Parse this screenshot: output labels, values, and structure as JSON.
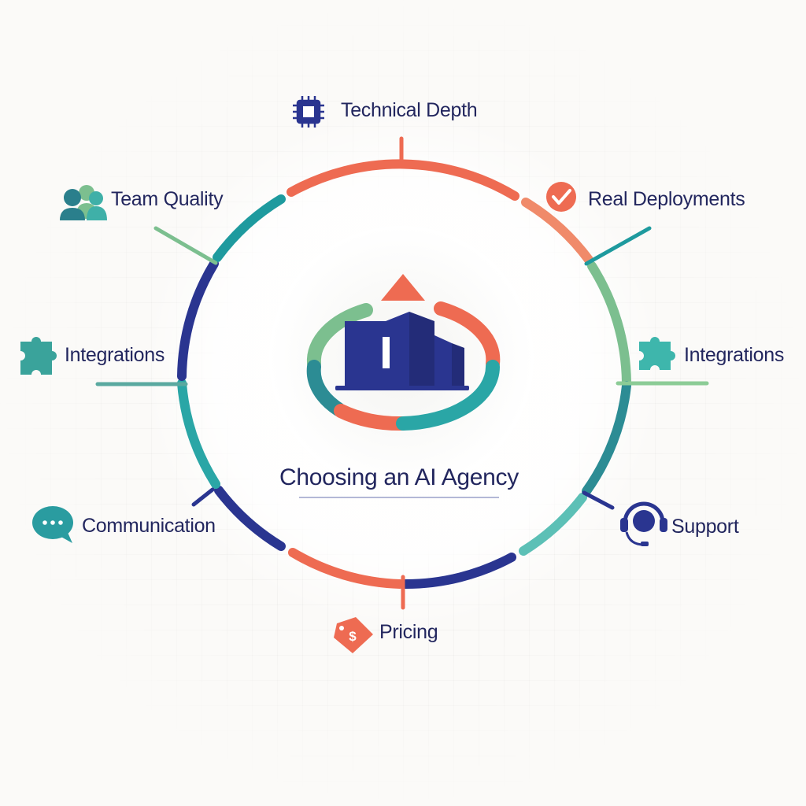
{
  "diagram": {
    "center_title": "Choosing an AI Agency",
    "nodes": [
      {
        "label": "Technical Depth",
        "icon": "chip-icon"
      },
      {
        "label": "Real Deployments",
        "icon": "checkmark-icon"
      },
      {
        "label": "Integrations",
        "icon": "puzzle-icon"
      },
      {
        "label": "Support",
        "icon": "headset-icon"
      },
      {
        "label": "Pricing",
        "icon": "price-tag-icon"
      },
      {
        "label": "Communication",
        "icon": "chat-bubble-icon"
      },
      {
        "label": "Integrations",
        "icon": "puzzle-icon"
      },
      {
        "label": "Team Quality",
        "icon": "team-icon"
      }
    ]
  },
  "colors": {
    "navy": "#2a3590",
    "coral": "#ee6b52",
    "teal": "#2aa6a6",
    "green": "#6fb58a",
    "text": "#22265e"
  }
}
